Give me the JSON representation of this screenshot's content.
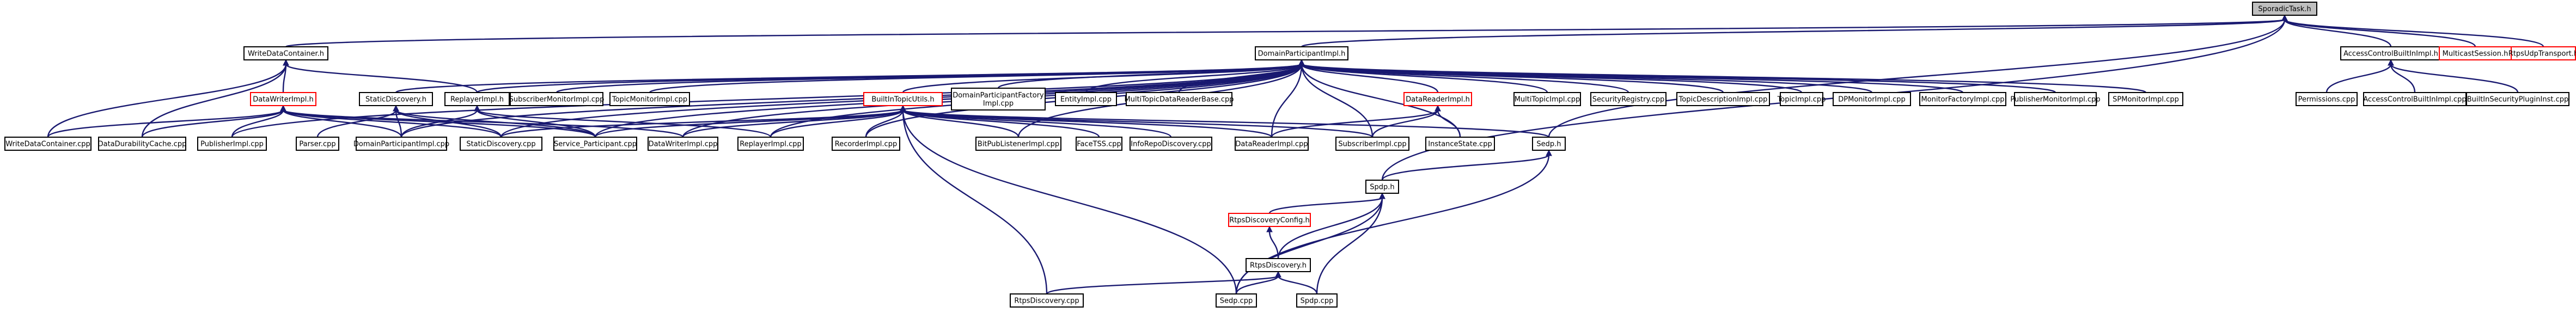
{
  "diagram": {
    "type": "include-dependency-graph",
    "nodes": [
      {
        "id": "spdp_task",
        "lines": [
          "SporadicTask.h"
        ],
        "style": "root"
      },
      {
        "id": "write_data_container_h",
        "lines": [
          "WriteDataContainer.h"
        ]
      },
      {
        "id": "domain_participant_impl_h",
        "lines": [
          "DomainParticipantImpl.h"
        ]
      },
      {
        "id": "access_control_builtin_impl_h",
        "lines": [
          "AccessControlBuiltInImpl.h"
        ]
      },
      {
        "id": "multicast_session_h",
        "lines": [
          "MulticastSession.h"
        ],
        "style": "red"
      },
      {
        "id": "rtps_udp_transport_h",
        "lines": [
          "RtpsUdpTransport.h"
        ],
        "style": "red"
      },
      {
        "id": "data_writer_impl_h",
        "lines": [
          "DataWriterImpl.h"
        ],
        "style": "red"
      },
      {
        "id": "static_discovery_h",
        "lines": [
          "StaticDiscovery.h"
        ]
      },
      {
        "id": "replayer_impl_h",
        "lines": [
          "ReplayerImpl.h"
        ]
      },
      {
        "id": "subscriber_monitor_impl_cpp",
        "lines": [
          "SubscriberMonitorImpl.cpp"
        ]
      },
      {
        "id": "topic_monitor_impl_cpp",
        "lines": [
          "TopicMonitorImpl.cpp"
        ]
      },
      {
        "id": "builtin_topic_utils_h",
        "lines": [
          "BuiltInTopicUtils.h"
        ],
        "style": "red"
      },
      {
        "id": "domain_participant_factory_impl_cpp",
        "lines": [
          "DomainParticipantFactory",
          "Impl.cpp"
        ]
      },
      {
        "id": "entity_impl_cpp",
        "lines": [
          "EntityImpl.cpp"
        ]
      },
      {
        "id": "multi_topic_data_reader_base_cpp",
        "lines": [
          "MultiTopicDataReaderBase.cpp"
        ]
      },
      {
        "id": "data_reader_impl_h",
        "lines": [
          "DataReaderImpl.h"
        ],
        "style": "red"
      },
      {
        "id": "multi_topic_impl_cpp",
        "lines": [
          "MultiTopicImpl.cpp"
        ]
      },
      {
        "id": "security_registry_cpp",
        "lines": [
          "SecurityRegistry.cpp"
        ]
      },
      {
        "id": "topic_description_impl_cpp",
        "lines": [
          "TopicDescriptionImpl.cpp"
        ]
      },
      {
        "id": "topic_impl_cpp",
        "lines": [
          "TopicImpl.cpp"
        ]
      },
      {
        "id": "dp_monitor_impl_cpp",
        "lines": [
          "DPMonitorImpl.cpp"
        ]
      },
      {
        "id": "monitor_factory_impl_cpp",
        "lines": [
          "MonitorFactoryImpl.cpp"
        ]
      },
      {
        "id": "publisher_monitor_impl_cpp",
        "lines": [
          "PublisherMonitorImpl.cpp"
        ]
      },
      {
        "id": "sp_monitor_impl_cpp",
        "lines": [
          "SPMonitorImpl.cpp"
        ]
      },
      {
        "id": "permissions_cpp",
        "lines": [
          "Permissions.cpp"
        ]
      },
      {
        "id": "access_control_builtin_impl_cpp",
        "lines": [
          "AccessControlBuiltInImpl.cpp"
        ]
      },
      {
        "id": "builtin_security_plugin_inst_cpp",
        "lines": [
          "BuiltInSecurityPluginInst.cpp"
        ]
      },
      {
        "id": "write_data_container_cpp",
        "lines": [
          "WriteDataContainer.cpp"
        ]
      },
      {
        "id": "data_durability_cache_cpp",
        "lines": [
          "DataDurabilityCache.cpp"
        ]
      },
      {
        "id": "publisher_impl_cpp",
        "lines": [
          "PublisherImpl.cpp"
        ]
      },
      {
        "id": "parser_cpp",
        "lines": [
          "Parser.cpp"
        ]
      },
      {
        "id": "domain_participant_impl_cpp",
        "lines": [
          "DomainParticipantImpl.cpp"
        ]
      },
      {
        "id": "static_discovery_cpp",
        "lines": [
          "StaticDiscovery.cpp"
        ]
      },
      {
        "id": "service_participant_cpp",
        "lines": [
          "Service_Participant.cpp"
        ]
      },
      {
        "id": "data_writer_impl_cpp",
        "lines": [
          "DataWriterImpl.cpp"
        ]
      },
      {
        "id": "replayer_impl_cpp",
        "lines": [
          "ReplayerImpl.cpp"
        ]
      },
      {
        "id": "recorder_impl_cpp",
        "lines": [
          "RecorderImpl.cpp"
        ]
      },
      {
        "id": "bit_pub_listener_impl_cpp",
        "lines": [
          "BitPubListenerImpl.cpp"
        ]
      },
      {
        "id": "face_tss_cpp",
        "lines": [
          "FaceTSS.cpp"
        ]
      },
      {
        "id": "info_repo_discovery_cpp",
        "lines": [
          "InfoRepoDiscovery.cpp"
        ]
      },
      {
        "id": "data_reader_impl_cpp",
        "lines": [
          "DataReaderImpl.cpp"
        ]
      },
      {
        "id": "subscriber_impl_cpp",
        "lines": [
          "SubscriberImpl.cpp"
        ]
      },
      {
        "id": "instance_state_cpp",
        "lines": [
          "InstanceState.cpp"
        ]
      },
      {
        "id": "sedp_h",
        "lines": [
          "Sedp.h"
        ]
      },
      {
        "id": "spdp_h",
        "lines": [
          "Spdp.h"
        ]
      },
      {
        "id": "rtps_discovery_config_h",
        "lines": [
          "RtpsDiscoveryConfig.h"
        ],
        "style": "red"
      },
      {
        "id": "rtps_discovery_h",
        "lines": [
          "RtpsDiscovery.h"
        ]
      },
      {
        "id": "rtps_discovery_cpp",
        "lines": [
          "RtpsDiscovery.cpp"
        ]
      },
      {
        "id": "sedp_cpp",
        "lines": [
          "Sedp.cpp"
        ]
      },
      {
        "id": "spdp_cpp",
        "lines": [
          "Spdp.cpp"
        ]
      }
    ],
    "edges": [
      [
        "spdp_task",
        "write_data_container_h"
      ],
      [
        "spdp_task",
        "domain_participant_impl_h"
      ],
      [
        "spdp_task",
        "access_control_builtin_impl_h"
      ],
      [
        "spdp_task",
        "multicast_session_h"
      ],
      [
        "spdp_task",
        "rtps_udp_transport_h"
      ],
      [
        "spdp_task",
        "sedp_h"
      ],
      [
        "spdp_task",
        "spdp_h"
      ],
      [
        "write_data_container_h",
        "data_writer_impl_h"
      ],
      [
        "write_data_container_h",
        "replayer_impl_h"
      ],
      [
        "write_data_container_h",
        "write_data_container_cpp"
      ],
      [
        "write_data_container_h",
        "data_durability_cache_cpp"
      ],
      [
        "domain_participant_impl_h",
        "static_discovery_h"
      ],
      [
        "domain_participant_impl_h",
        "replayer_impl_h"
      ],
      [
        "domain_participant_impl_h",
        "subscriber_monitor_impl_cpp"
      ],
      [
        "domain_participant_impl_h",
        "topic_monitor_impl_cpp"
      ],
      [
        "domain_participant_impl_h",
        "builtin_topic_utils_h"
      ],
      [
        "domain_participant_impl_h",
        "domain_participant_factory_impl_cpp"
      ],
      [
        "domain_participant_impl_h",
        "entity_impl_cpp"
      ],
      [
        "domain_participant_impl_h",
        "multi_topic_data_reader_base_cpp"
      ],
      [
        "domain_participant_impl_h",
        "data_reader_impl_h"
      ],
      [
        "domain_participant_impl_h",
        "multi_topic_impl_cpp"
      ],
      [
        "domain_participant_impl_h",
        "security_registry_cpp"
      ],
      [
        "domain_participant_impl_h",
        "topic_description_impl_cpp"
      ],
      [
        "domain_participant_impl_h",
        "topic_impl_cpp"
      ],
      [
        "domain_participant_impl_h",
        "dp_monitor_impl_cpp"
      ],
      [
        "domain_participant_impl_h",
        "monitor_factory_impl_cpp"
      ],
      [
        "domain_participant_impl_h",
        "publisher_monitor_impl_cpp"
      ],
      [
        "domain_participant_impl_h",
        "sp_monitor_impl_cpp"
      ],
      [
        "domain_participant_impl_h",
        "publisher_impl_cpp"
      ],
      [
        "domain_participant_impl_h",
        "domain_participant_impl_cpp"
      ],
      [
        "domain_participant_impl_h",
        "static_discovery_cpp"
      ],
      [
        "domain_participant_impl_h",
        "service_participant_cpp"
      ],
      [
        "domain_participant_impl_h",
        "data_writer_impl_cpp"
      ],
      [
        "domain_participant_impl_h",
        "replayer_impl_cpp"
      ],
      [
        "domain_participant_impl_h",
        "recorder_impl_cpp"
      ],
      [
        "domain_participant_impl_h",
        "bit_pub_listener_impl_cpp"
      ],
      [
        "domain_participant_impl_h",
        "data_reader_impl_cpp"
      ],
      [
        "domain_participant_impl_h",
        "subscriber_impl_cpp"
      ],
      [
        "domain_participant_impl_h",
        "instance_state_cpp"
      ],
      [
        "access_control_builtin_impl_h",
        "permissions_cpp"
      ],
      [
        "access_control_builtin_impl_h",
        "access_control_builtin_impl_cpp"
      ],
      [
        "access_control_builtin_impl_h",
        "builtin_security_plugin_inst_cpp"
      ],
      [
        "data_writer_impl_h",
        "write_data_container_cpp"
      ],
      [
        "data_writer_impl_h",
        "data_durability_cache_cpp"
      ],
      [
        "data_writer_impl_h",
        "publisher_impl_cpp"
      ],
      [
        "data_writer_impl_h",
        "domain_participant_impl_cpp"
      ],
      [
        "data_writer_impl_h",
        "static_discovery_cpp"
      ],
      [
        "data_writer_impl_h",
        "service_participant_cpp"
      ],
      [
        "data_writer_impl_h",
        "data_writer_impl_cpp"
      ],
      [
        "static_discovery_h",
        "parser_cpp"
      ],
      [
        "static_discovery_h",
        "domain_participant_impl_cpp"
      ],
      [
        "static_discovery_h",
        "static_discovery_cpp"
      ],
      [
        "static_discovery_h",
        "service_participant_cpp"
      ],
      [
        "replayer_impl_h",
        "domain_participant_impl_cpp"
      ],
      [
        "replayer_impl_h",
        "service_participant_cpp"
      ],
      [
        "replayer_impl_h",
        "replayer_impl_cpp"
      ],
      [
        "builtin_topic_utils_h",
        "static_discovery_cpp"
      ],
      [
        "builtin_topic_utils_h",
        "service_participant_cpp"
      ],
      [
        "builtin_topic_utils_h",
        "data_writer_impl_cpp"
      ],
      [
        "builtin_topic_utils_h",
        "replayer_impl_cpp"
      ],
      [
        "builtin_topic_utils_h",
        "recorder_impl_cpp"
      ],
      [
        "builtin_topic_utils_h",
        "bit_pub_listener_impl_cpp"
      ],
      [
        "builtin_topic_utils_h",
        "face_tss_cpp"
      ],
      [
        "builtin_topic_utils_h",
        "info_repo_discovery_cpp"
      ],
      [
        "builtin_topic_utils_h",
        "data_reader_impl_cpp"
      ],
      [
        "builtin_topic_utils_h",
        "subscriber_impl_cpp"
      ],
      [
        "builtin_topic_utils_h",
        "sedp_h"
      ],
      [
        "builtin_topic_utils_h",
        "rtps_discovery_cpp"
      ],
      [
        "builtin_topic_utils_h",
        "sedp_cpp"
      ],
      [
        "data_reader_impl_h",
        "data_reader_impl_cpp"
      ],
      [
        "data_reader_impl_h",
        "subscriber_impl_cpp"
      ],
      [
        "data_reader_impl_h",
        "instance_state_cpp"
      ],
      [
        "sedp_h",
        "spdp_h"
      ],
      [
        "sedp_h",
        "sedp_cpp"
      ],
      [
        "spdp_h",
        "rtps_discovery_config_h"
      ],
      [
        "spdp_h",
        "rtps_discovery_h"
      ],
      [
        "spdp_h",
        "sedp_cpp"
      ],
      [
        "spdp_h",
        "spdp_cpp"
      ],
      [
        "rtps_discovery_config_h",
        "rtps_discovery_h"
      ],
      [
        "rtps_discovery_h",
        "rtps_discovery_cpp"
      ],
      [
        "rtps_discovery_h",
        "sedp_cpp"
      ],
      [
        "rtps_discovery_h",
        "spdp_cpp"
      ]
    ]
  }
}
